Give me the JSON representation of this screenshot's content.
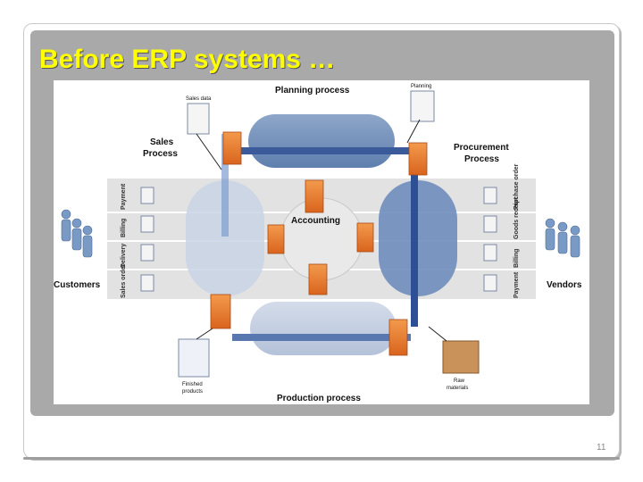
{
  "slide": {
    "title": "Before ERP systems …",
    "page_number": "11"
  },
  "diagram": {
    "planning_process": "Planning process",
    "planning_doc": "Planning",
    "sales_data": "Sales data",
    "sales_process_1": "Sales",
    "sales_process_2": "Process",
    "procurement_1": "Procurement",
    "procurement_2": "Process",
    "accounting": "Accounting",
    "customers": "Customers",
    "vendors": "Vendors",
    "production_process": "Production process",
    "finished_products_1": "Finished",
    "finished_products_2": "products",
    "raw_materials_1": "Raw",
    "raw_materials_2": "materials",
    "left_tabs": [
      "Payment",
      "Billing",
      "Delivery",
      "Sales order"
    ],
    "right_tabs": [
      "Purchase order",
      "Goods receipt",
      "Billing",
      "Payment"
    ]
  }
}
